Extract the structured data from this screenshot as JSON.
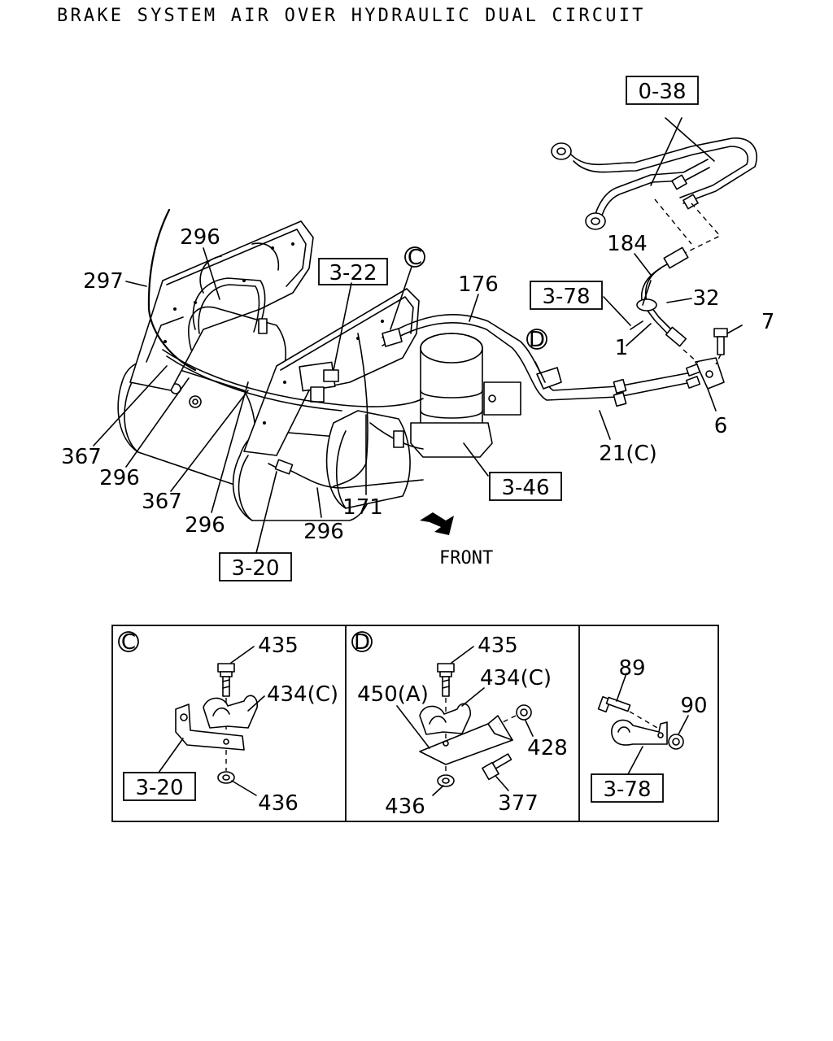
{
  "title": "BRAKE SYSTEM AIR OVER HYDRAULIC DUAL CIRCUIT",
  "front_label": "FRONT",
  "refs": {
    "r038": "0-38",
    "r322": "3-22",
    "r378": "3-78",
    "r346": "3-46",
    "r320": "3-20",
    "c320": "3-20",
    "e378": "3-78"
  },
  "circles": {
    "c_main": "C",
    "d_main": "D",
    "c_panel": "C",
    "d_panel": "D"
  },
  "parts": {
    "p296a": "296",
    "p297": "297",
    "p176": "176",
    "p184": "184",
    "p32": "32",
    "p7": "7",
    "p1": "1",
    "p6": "6",
    "p21c": "21(C)",
    "p367a": "367",
    "p296b": "296",
    "p367b": "367",
    "p296c": "296",
    "p296d": "296",
    "p171": "171",
    "c435": "435",
    "c434": "434(C)",
    "c436": "436",
    "d435": "435",
    "d434": "434(C)",
    "d450": "450(A)",
    "d428": "428",
    "d436": "436",
    "d377": "377",
    "e89": "89",
    "e90": "90"
  }
}
